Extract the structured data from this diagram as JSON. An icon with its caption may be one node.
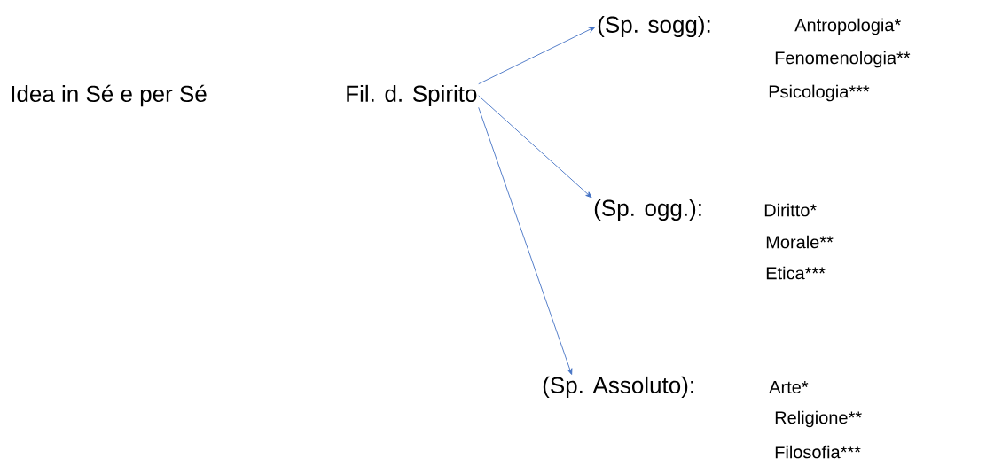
{
  "diagram": {
    "nodes": [
      {
        "text": [
          "Fil. d. Spirito"
        ]
      },
      {
        "text": [
          "(Sp. sogg):"
        ],
        "beside": [
          "Antropologia*",
          "Fenomenologia**",
          "Psicologia***"
        ]
      },
      {
        "text": [
          "(Sp. ogg.):"
        ],
        "beside": [
          "Diritto*",
          "Morale**",
          "Etica***"
        ]
      },
      {
        "text": [
          "(Sp. Assoluto):"
        ],
        "beside": [
          "Arte*",
          "Religione**",
          "Filosofia***"
        ]
      }
    ],
    "edges": [
      {
        "from": 0,
        "to": 1,
        "arrow": "to"
      },
      {
        "from": 0,
        "to": 2,
        "arrow": "to"
      },
      {
        "from": 0,
        "to": 3,
        "arrow": "to"
      }
    ],
    "labels": [
      "Idea in Sé e per Sé"
    ]
  }
}
